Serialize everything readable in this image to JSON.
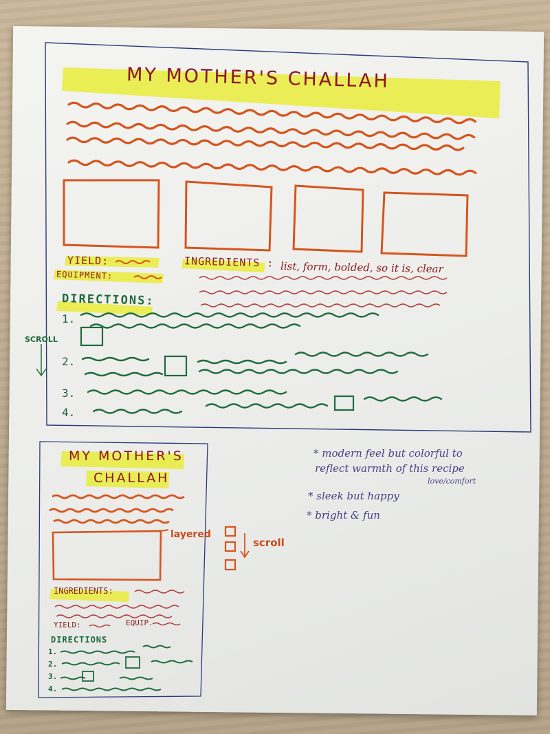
{
  "desktop_sketch": {
    "title": "MY MOTHER'S CHALLAH",
    "yield_label": "YIELD:",
    "equipment_label": "EQUIPMENT:",
    "ingredients_label": "INGREDIENTS :",
    "ingredients_note": "list, form, bolded, so it is, clear",
    "directions_label": "DIRECTIONS:",
    "scroll_label": "SCROLL",
    "steps": [
      "1.",
      "2.",
      "3.",
      "4."
    ]
  },
  "mobile_sketch": {
    "title_line1": "MY MOTHER'S",
    "title_line2": "CHALLAH",
    "layered_label": "layered",
    "scroll_label": "scroll",
    "ingredients_label": "INGREDIENTS:",
    "yield_label": "YIELD:",
    "equip_label": "EQUIP.",
    "directions_label": "DIRECTIONS",
    "steps": [
      "1.",
      "2.",
      "3.",
      "4."
    ]
  },
  "design_notes": {
    "note1_line1": "* modern feel but colorful to",
    "note1_line2": "reflect warmth of this recipe",
    "note1_line3": "love/comfort",
    "note2": "* sleek but happy",
    "note3": "* bright & fun"
  },
  "colors": {
    "highlighter": "#e9ec3a",
    "orange_marker": "#d4551e",
    "green_marker": "#1f6b3e",
    "red_pen": "#9b2a2a",
    "blue_pen": "#3a3f8a"
  }
}
